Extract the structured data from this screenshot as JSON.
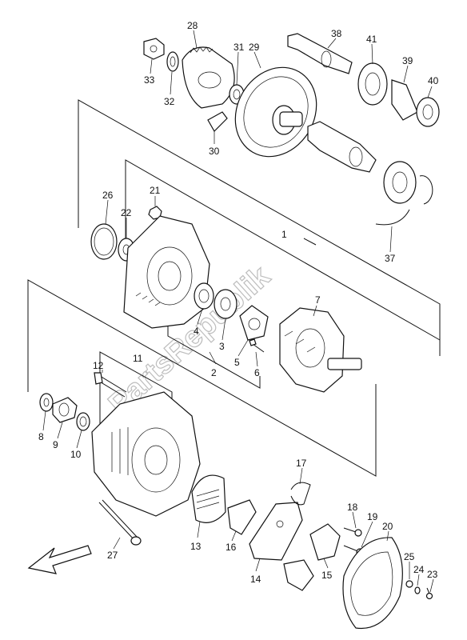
{
  "watermark": "PartsRepublik",
  "labels": {
    "p1": "1",
    "p2": "2",
    "p3": "3",
    "p4": "4",
    "p5": "5",
    "p6": "6",
    "p7": "7",
    "p8": "8",
    "p9": "9",
    "p10": "10",
    "p11": "11",
    "p12": "12",
    "p13": "13",
    "p14": "14",
    "p15": "15",
    "p16": "16",
    "p17": "17",
    "p18": "18",
    "p19": "19",
    "p20": "20",
    "p21": "21",
    "p22": "22",
    "p23": "23",
    "p24": "24",
    "p25": "25",
    "p26": "26",
    "p27": "27",
    "p28": "28",
    "p29": "29",
    "p30": "30",
    "p31": "31",
    "p32": "32",
    "p33": "33",
    "p37": "37",
    "p38": "38",
    "p39": "39",
    "p40": "40",
    "p41": "41"
  }
}
